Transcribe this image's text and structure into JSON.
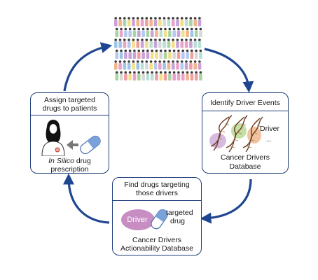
{
  "boxes": {
    "assign": {
      "title_line1": "Assign targeted",
      "title_line2": "drugs to patients",
      "caption_italic": "In Silico",
      "caption_rest1": " drug",
      "caption_line2": "prescription"
    },
    "identify": {
      "title": "Identify Driver Events",
      "driver_label": "Driver",
      "ellipsis": "...",
      "caption_line1": "Cancer Drivers",
      "caption_line2": "Database"
    },
    "find": {
      "title_line1": "Find drugs targeting",
      "title_line2": "those drivers",
      "pill_label": "Driver",
      "drug_line1": "targeted",
      "drug_line2": "drug",
      "caption_line1": "Cancer Drivers",
      "caption_line2": "Actionability Database"
    }
  },
  "colors": {
    "border": "#1f3f7a",
    "arrow": "#1f4690",
    "capsule_blue": "#7ba1db",
    "driver_pill": "#c88ec4",
    "dna_purple": "#c7a3d8",
    "dna_green": "#b7d78f",
    "dna_orange": "#efb286"
  },
  "icons": {
    "patient": "patient-silhouette-icon",
    "capsule": "capsule-icon",
    "dna": "dna-helix-icon"
  }
}
